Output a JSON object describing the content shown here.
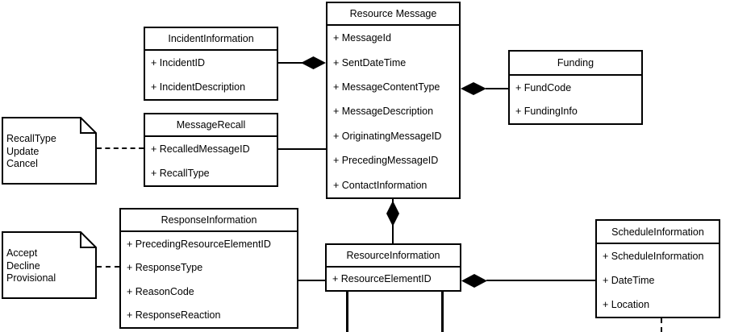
{
  "colors": {
    "background": "#ffffff",
    "line": "#000000",
    "box_fill": "#ffffff",
    "text": "#000000"
  },
  "classes": [
    {
      "name": "Resource Message",
      "attributes": [
        "+ MessageId",
        "+ SentDateTime",
        "+ MessageContentType",
        "+ MessageDescription",
        "+ OriginatingMessageID",
        "+ PrecedingMessageID",
        "+ ContactInformation"
      ]
    },
    {
      "name": "IncidentInformation",
      "attributes": [
        "+ IncidentID",
        "+ IncidentDescription"
      ]
    },
    {
      "name": "Funding",
      "attributes": [
        "+ FundCode",
        "+ FundingInfo"
      ]
    },
    {
      "name": "MessageRecall",
      "attributes": [
        "+ RecalledMessageID",
        "+ RecallType"
      ]
    },
    {
      "name": "ResponseInformation",
      "attributes": [
        "+ PrecedingResourceElementID",
        "+ ResponseType",
        "+ ReasonCode",
        "+ ResponseReaction"
      ]
    },
    {
      "name": "ResourceInformation",
      "attributes": [
        "+ ResourceElementID"
      ]
    },
    {
      "name": "ScheduleInformation",
      "attributes": [
        "+ ScheduleInformation",
        "+ DateTime",
        "+ Location"
      ]
    }
  ],
  "notes": [
    {
      "lines": [
        "RecallType",
        "Update",
        "Cancel"
      ]
    },
    {
      "lines": [
        "Accept",
        "Decline",
        "Provisional"
      ]
    }
  ],
  "relationships": [
    {
      "type": "composition",
      "whole": "Resource Message",
      "part": "IncidentInformation"
    },
    {
      "type": "composition",
      "whole": "Resource Message",
      "part": "Funding"
    },
    {
      "type": "composition",
      "whole": "Resource Message",
      "part": "ResourceInformation"
    },
    {
      "type": "composition",
      "whole": "ResourceInformation",
      "part": "ScheduleInformation"
    },
    {
      "type": "association",
      "from": "MessageRecall",
      "to": "Resource Message"
    },
    {
      "type": "association",
      "from": "ResponseInformation",
      "to": "ResourceInformation"
    },
    {
      "type": "note-attachment",
      "from": "RecallType note",
      "to": "MessageRecall"
    },
    {
      "type": "note-attachment",
      "from": "Accept note",
      "to": "ResponseInformation"
    }
  ]
}
